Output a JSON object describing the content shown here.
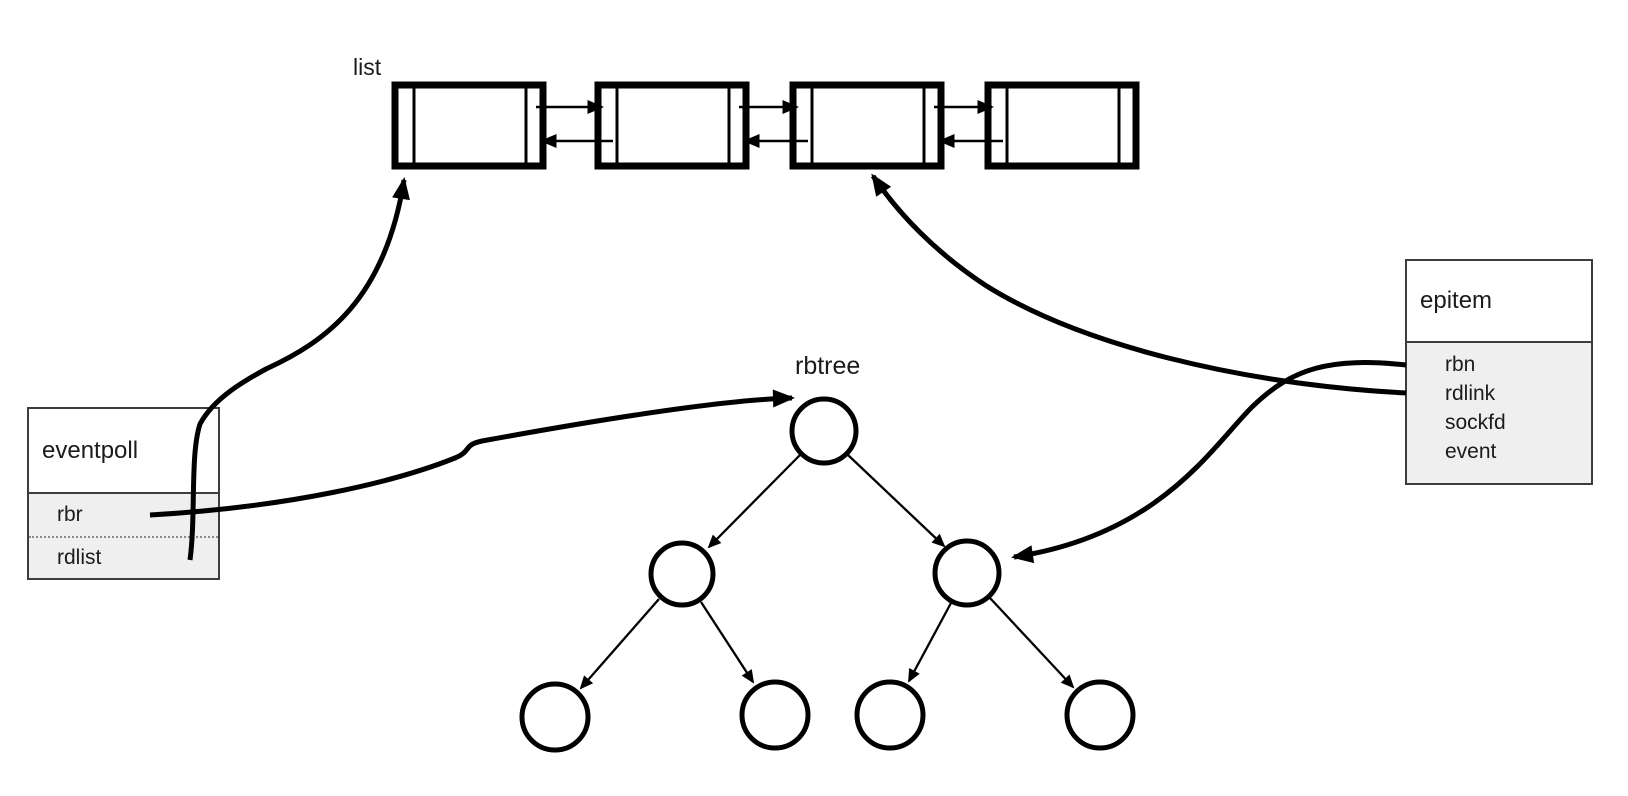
{
  "labels": {
    "list": "list",
    "rbtree": "rbtree"
  },
  "structs": {
    "eventpoll": {
      "title": "eventpoll",
      "fields": [
        "rbr",
        "rdlist"
      ]
    },
    "epitem": {
      "title": "epitem",
      "fields": [
        "rbn",
        "rdlink",
        "sockfd",
        "event"
      ]
    }
  },
  "linked_list": {
    "label": "list",
    "node_count": 4,
    "doubly_linked": true
  },
  "rbtree": {
    "label": "rbtree",
    "node_count": 7,
    "levels": 3
  },
  "connections": [
    {
      "from": "eventpoll.rbr",
      "to": "rbtree root node"
    },
    {
      "from": "eventpoll.rdlist",
      "to": "list node 1"
    },
    {
      "from": "epitem.rbn",
      "to": "rbtree right child node"
    },
    {
      "from": "epitem.rdlink",
      "to": "list node 3"
    }
  ],
  "colors": {
    "stroke": "#000000",
    "struct_border": "#3d3d3d",
    "struct_field_bg": "#efefef",
    "text": "#1b1b1b",
    "dotted_divider": "#8a8a8a"
  }
}
